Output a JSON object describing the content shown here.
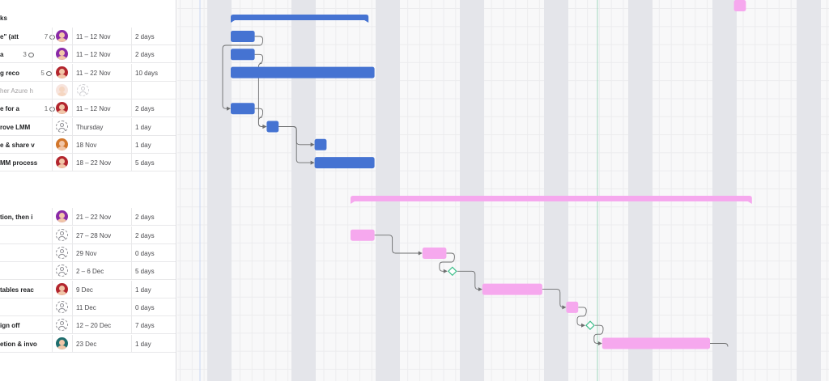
{
  "sections": [
    {
      "title": "ks",
      "rows": [
        {
          "name": "e\" (att",
          "comments": "7",
          "assignee": "purple",
          "dates": "11 – 12 Nov",
          "duration": "2 days"
        },
        {
          "name": "a",
          "comments": "3",
          "assignee": "purple",
          "dates": "11 – 12 Nov",
          "duration": "2 days"
        },
        {
          "name": "g reco",
          "comments": "5",
          "assignee": "red",
          "dates": "11 – 22 Nov",
          "duration": "10 days"
        },
        {
          "name": "her Azure h",
          "comments": "",
          "assignee": "light",
          "dates": "",
          "duration": "",
          "muted": true
        },
        {
          "name": "e for a",
          "comments": "1",
          "assignee": "red",
          "dates": "11 – 12 Nov",
          "duration": "2 days"
        },
        {
          "name": "rove LMM",
          "comments": "",
          "assignee": "unassigned",
          "dates": "Thursday",
          "duration": "1 day"
        },
        {
          "name": "e & share v",
          "comments": "",
          "assignee": "orange",
          "dates": "18 Nov",
          "duration": "1 day"
        },
        {
          "name": "MM process",
          "comments": "",
          "assignee": "red",
          "dates": "18 – 22 Nov",
          "duration": "5 days"
        }
      ]
    },
    {
      "title": "",
      "rows": [
        {
          "name": "tion, then i",
          "comments": "",
          "assignee": "purple",
          "dates": "21 – 22 Nov",
          "duration": "2 days"
        },
        {
          "name": "",
          "comments": "",
          "assignee": "unassigned",
          "dates": "27 – 28 Nov",
          "duration": "2 days"
        },
        {
          "name": "",
          "comments": "",
          "assignee": "unassigned",
          "dates": "29 Nov",
          "duration": "0 days"
        },
        {
          "name": "",
          "comments": "",
          "assignee": "unassigned",
          "dates": "2 – 6 Dec",
          "duration": "5 days"
        },
        {
          "name": "tables reac",
          "comments": "",
          "assignee": "red",
          "dates": "9 Dec",
          "duration": "1 day"
        },
        {
          "name": "",
          "comments": "",
          "assignee": "unassigned",
          "dates": "11 Dec",
          "duration": "0 days"
        },
        {
          "name": "ign off",
          "comments": "",
          "assignee": "unassigned",
          "dates": "12 – 20 Dec",
          "duration": "7 days"
        },
        {
          "name": "etion & invo",
          "comments": "",
          "assignee": "teal",
          "dates": "23 Dec",
          "duration": "1 day"
        }
      ]
    }
  ],
  "gantt": {
    "weekend_columns": 8,
    "today_marker": true,
    "colors": {
      "blue": "#4573d2",
      "pink": "#f6a8ee",
      "weekend": "#e4e5ea",
      "connector": "#6d6e6f",
      "milestone": "#3dbf8a"
    },
    "timeline_day_offsets": {
      "section_spans": [
        {
          "color": "blue",
          "start": 0,
          "end": 11.5
        },
        {
          "color": "pink",
          "start": 10,
          "end": 43.5
        }
      ],
      "bars": [
        {
          "color": "blue",
          "start": 0,
          "end": 2,
          "row": 0
        },
        {
          "color": "blue",
          "start": 0,
          "end": 2,
          "row": 1
        },
        {
          "color": "blue",
          "start": 0,
          "end": 12,
          "row": 2
        },
        {
          "color": "blue",
          "start": 0,
          "end": 2,
          "row": 4
        },
        {
          "color": "blue",
          "start": 3,
          "end": 4,
          "row": 5
        },
        {
          "color": "blue",
          "start": 7,
          "end": 8,
          "row": 6
        },
        {
          "color": "blue",
          "start": 7,
          "end": 12,
          "row": 7
        },
        {
          "color": "pink",
          "start": 10,
          "end": 12,
          "row": 9
        },
        {
          "color": "pink",
          "start": 16,
          "end": 18,
          "row": 10
        },
        {
          "color": "pink",
          "start": 21,
          "end": 26,
          "row": 12
        },
        {
          "color": "pink",
          "start": 28,
          "end": 29,
          "row": 13
        },
        {
          "color": "pink",
          "start": 31,
          "end": 40,
          "row": 15
        },
        {
          "color": "pink",
          "start": 42,
          "end": 43,
          "row": 16
        }
      ],
      "milestones": [
        {
          "day": 18.5,
          "row": 11
        },
        {
          "day": 30,
          "row": 14
        }
      ]
    }
  }
}
